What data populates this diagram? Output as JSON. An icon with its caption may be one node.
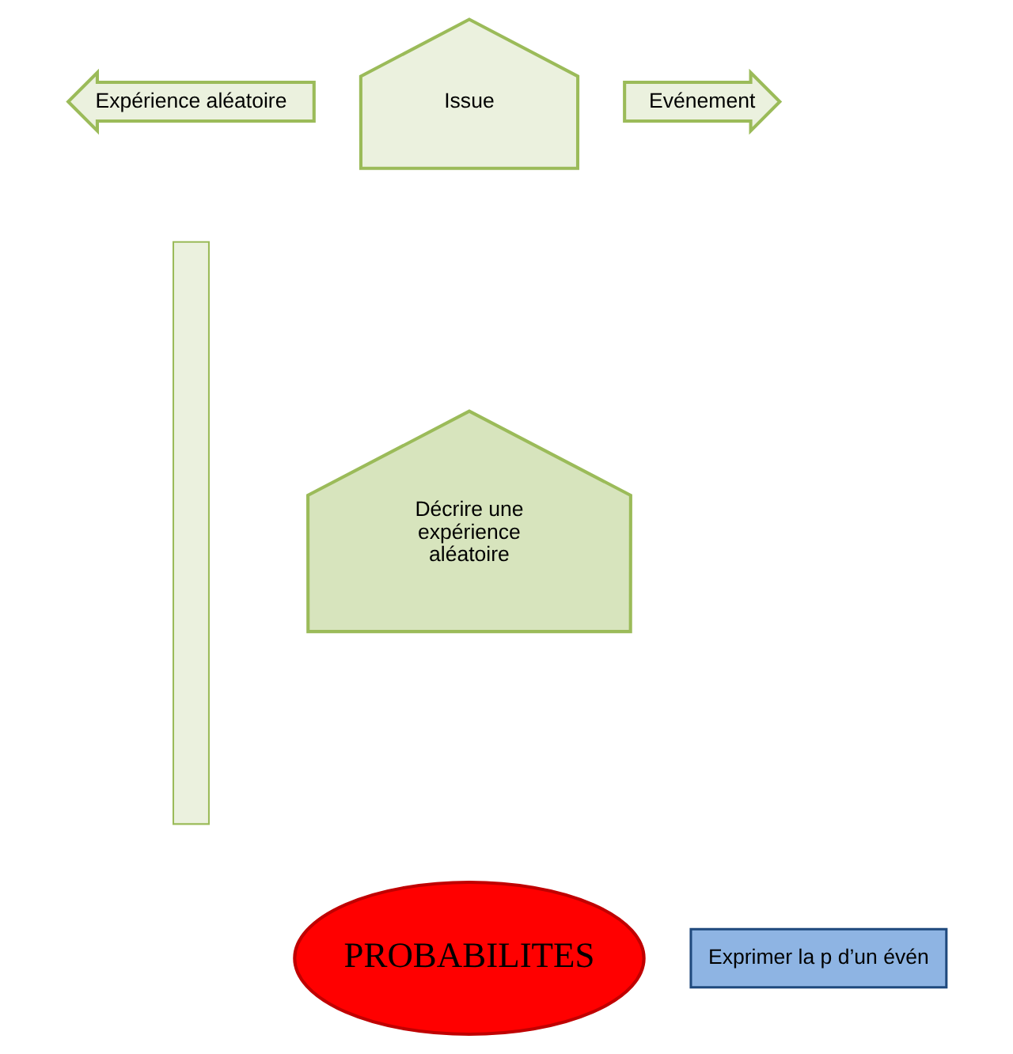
{
  "diagram": {
    "nodes": [
      {
        "text": [],
        "shape": "box"
      },
      {
        "text": [
          "Issue"
        ]
      },
      {
        "text": [
          "Expérience aléatoire"
        ]
      },
      {
        "text": [
          "Evénement"
        ]
      },
      {
        "text": [
          "Décrire une expérience aléatoire"
        ]
      },
      {
        "text": [
          "PROBABILITES"
        ]
      },
      {
        "text": [
          "Exprimer la p d’un évén"
        ]
      }
    ]
  }
}
